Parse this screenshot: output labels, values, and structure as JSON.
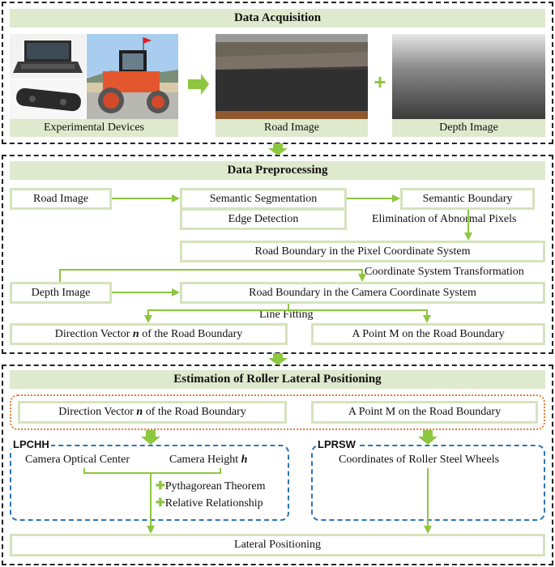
{
  "acquisition": {
    "title": "Data Acquisition",
    "caption_devices": "Experimental Devices",
    "caption_road": "Road Image",
    "caption_depth": "Depth Image",
    "plus_symbol": "+"
  },
  "preprocessing": {
    "title": "Data Preprocessing",
    "road_image": "Road Image",
    "semantic_segmentation": "Semantic Segmentation",
    "edge_detection": "Edge Detection",
    "semantic_boundary": "Semantic Boundary",
    "elimination": "Elimination of Abnormal Pixels",
    "pixel_boundary": "Road Boundary in the Pixel Coordinate System",
    "coord_transform": "Coordinate System Transformation",
    "depth_image": "Depth Image",
    "camera_boundary": "Road Boundary in the Camera Coordinate System",
    "line_fitting": "Line Fitting",
    "direction_prefix": "Direction Vector ",
    "direction_var": "n",
    "direction_suffix": " of the Road Boundary",
    "point_m": "A Point M on the Road Boundary"
  },
  "estimation": {
    "title": "Estimation of Roller Lateral Positioning",
    "direction_prefix": "Direction Vector ",
    "direction_var": "n",
    "direction_suffix": " of the Road Boundary",
    "point_m": "A Point M on the Road Boundary",
    "lpchh_tag": "LPCHH",
    "lprsw_tag": "LPRSW",
    "camera_optical_center": "Camera Optical Center",
    "camera_height_prefix": "Camera Height ",
    "camera_height_var": "h",
    "pythagorean": "Pythagorean Theorem",
    "relative": "Relative Relationship",
    "roller_wheels": "Coordinates of Roller Steel Wheels",
    "lateral": "Lateral Positioning"
  },
  "colors": {
    "green_arrow": "#8dc63f",
    "header_fill": "#dfe9cd",
    "box_border": "#d5e3bd",
    "orange_dash": "#e07b39",
    "blue_dash": "#2e75b6"
  }
}
